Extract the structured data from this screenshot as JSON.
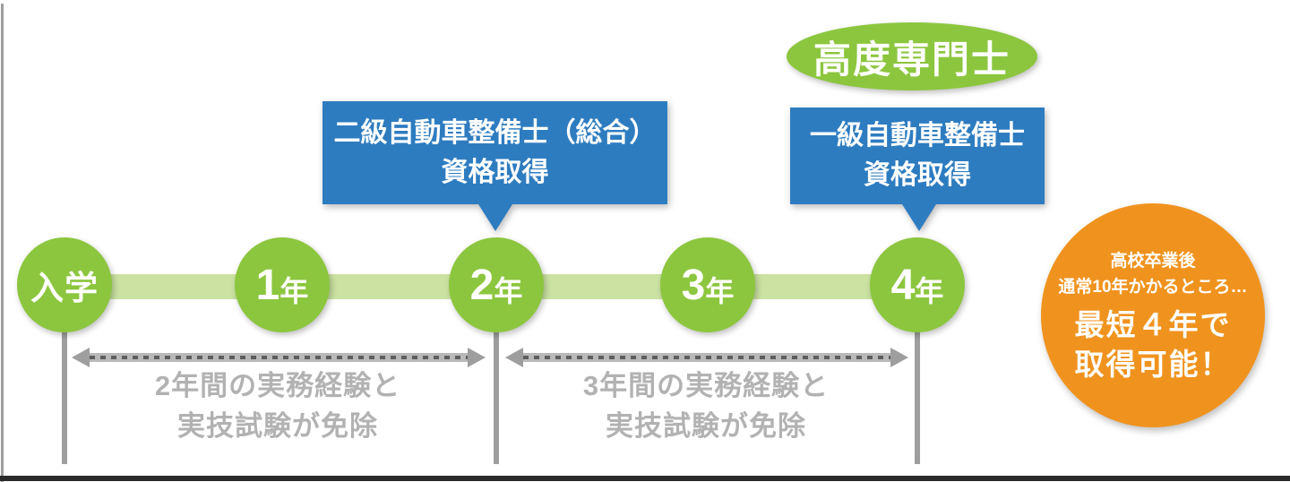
{
  "colors": {
    "green": "#8CC63E",
    "light_green": "#CBE2A2",
    "blue": "#2E7CC0",
    "orange": "#F0931E",
    "line_gray": "#9E9E9E",
    "dark_border": "#2B2B2B",
    "faded_text": "#4A4A4A"
  },
  "badge": {
    "label": "高度専門士"
  },
  "callouts": [
    {
      "line1": "二級自動車整備士（総合）",
      "line2": "資格取得"
    },
    {
      "line1": "一級自動車整備士",
      "line2": "資格取得"
    }
  ],
  "timeline": {
    "nodes": [
      {
        "label": "入学"
      },
      {
        "num": "1",
        "unit": "年"
      },
      {
        "num": "2",
        "unit": "年"
      },
      {
        "num": "3",
        "unit": "年"
      },
      {
        "num": "4",
        "unit": "年"
      }
    ]
  },
  "exemptions": [
    {
      "line1": "2年間の実務経験と",
      "line2": "実技試験が免除"
    },
    {
      "line1": "3年間の実務経験と",
      "line2": "実技試験が免除"
    }
  ],
  "highlight": {
    "small1": "高校卒業後",
    "small2": "通常10年かかるところ…",
    "big1": "最短４年で",
    "big2": "取得可能！"
  }
}
